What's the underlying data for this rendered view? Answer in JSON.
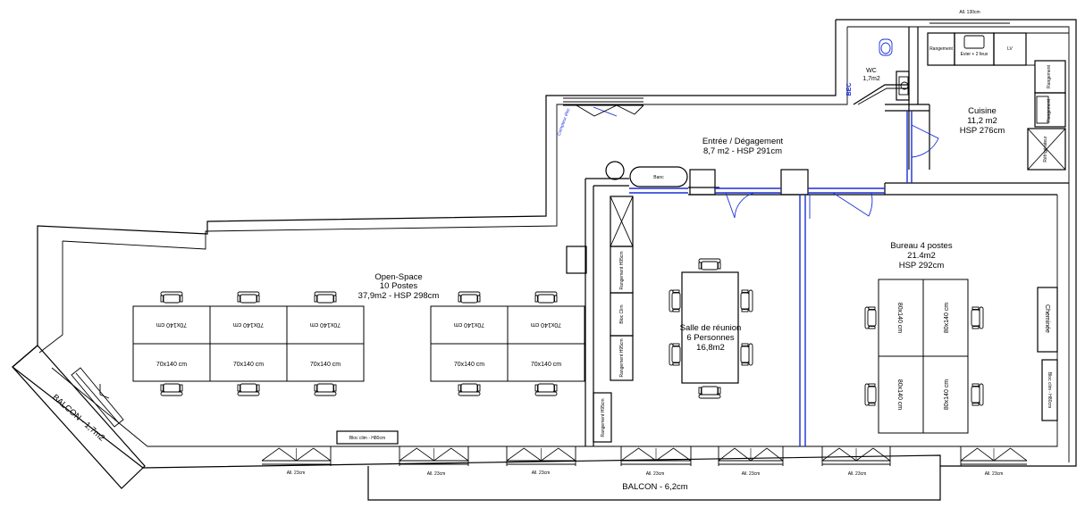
{
  "rooms": {
    "open_space": {
      "name": "Open-Space",
      "line2": "10 Postes",
      "line3": "37,9m2 - HSP 298cm"
    },
    "entree": {
      "name": "Entrée / Dégagement",
      "line2": "8,7 m2 - HSP 291cm"
    },
    "wc": {
      "name": "WC",
      "line2": "1,7m2"
    },
    "cuisine": {
      "name": "Cuisine",
      "line2": "11,2 m2",
      "line3": "HSP 276cm"
    },
    "salle_reunion": {
      "name": "Salle de réunion",
      "line2": "6 Personnes",
      "line3": "16,8m2"
    },
    "bureau": {
      "name": "Bureau 4 postes",
      "line2": "21.4m2",
      "line3": "HSP 292cm"
    },
    "balcon_small": {
      "name": "BALCON - 1,7m2"
    },
    "balcon_main": {
      "name": "BALCON - 6,2cm"
    }
  },
  "labels": {
    "table_size": "70x140 cm",
    "table_size_tight": "70x140 cm",
    "table_size_vert": "80x140 cm",
    "allege_small": "All. 23cm",
    "allege_top": "All. 130cm",
    "bloc_clim_h80": "Bloc clim - H80cm",
    "bloc_clim_vert": "Bloc clim - H80cm",
    "bloc_clim_short": "Bloc Clim",
    "rangement_h95": "Rangement H95cm",
    "rangement_h95b": "Rangement H95cm",
    "rangement_h95c": "Rangement H95cm",
    "rangement": "Rangement",
    "banc": "Banc",
    "cheminee": "Cheminée",
    "bec": "BEC",
    "compteur": "Compteur élec",
    "lave_linge": "LV",
    "evier": "Evier + 2 feux",
    "refrigerateur": "Réfrigérateur"
  }
}
